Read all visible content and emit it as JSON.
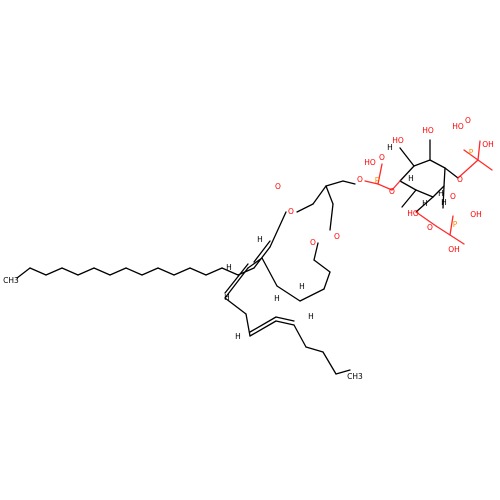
{
  "colors": {
    "carbon": "#000000",
    "oxygen": "#ff0000",
    "phosphorus": "#ff8c00",
    "hydrogen": "#000000",
    "background": "#ffffff"
  },
  "labels": {
    "ester_o_1": "O",
    "ester_o_2": "O",
    "carbonyl_o_1": "O",
    "carbonyl_o_2": "O",
    "glycerol_o": "O",
    "phosphate_p_1": "P",
    "phosphate_o_1a": "O",
    "phosphate_oh_1": "HO",
    "phosphate_o_1b": "O",
    "inositol_oh_1": "HO",
    "inositol_oh_2": "HO",
    "inositol_oh_3": "HO",
    "inositol_o_4": "O",
    "phosphate_p_2": "P",
    "phosphate_o_2": "O",
    "phosphate_oh_2a": "HO",
    "phosphate_oh_2b": "OH",
    "inositol_o_5": "O",
    "phosphate_p_3": "P",
    "phosphate_o_3": "O",
    "phosphate_oh_3a": "OH",
    "phosphate_oh_3b": "OH",
    "inositol_h_1": "H",
    "inositol_h_2": "H",
    "inositol_h_3": "H",
    "inositol_h_4": "H",
    "inositol_h_5": "H",
    "alkene_h_1": "H",
    "alkene_h_2": "H",
    "alkene_h_3": "H",
    "alkene_h_4": "H",
    "alkene_h_5": "H",
    "alkene_h_6": "H",
    "alkene_h_7": "H",
    "methyl_1": "CH3",
    "methyl_2": "CH3"
  }
}
